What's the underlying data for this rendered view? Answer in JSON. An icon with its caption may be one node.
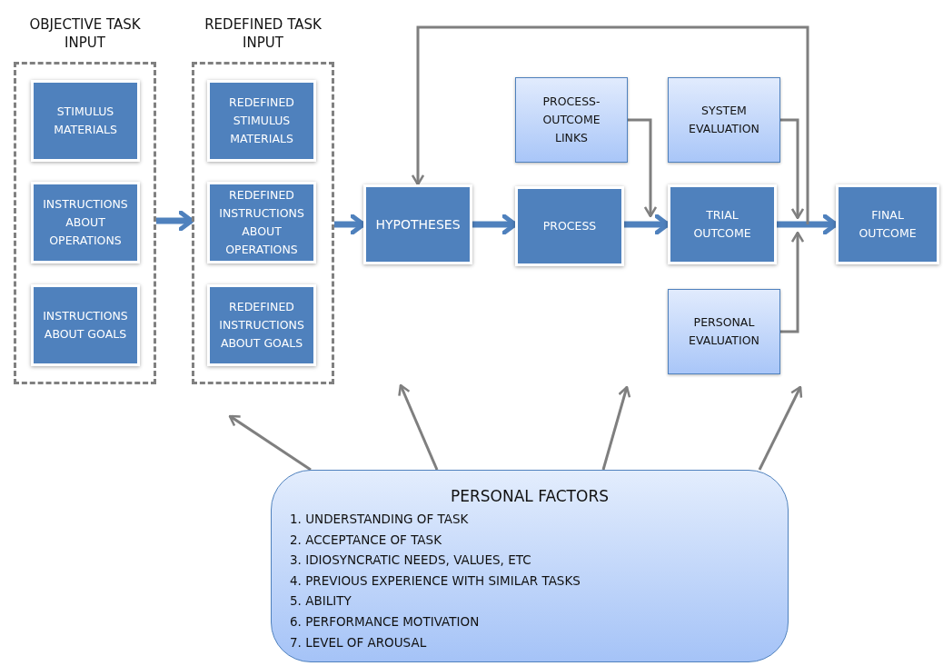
{
  "diagram": {
    "nodes": [
      {
        "text": [
          "OBJECTIVE TASK INPUT"
        ]
      },
      {
        "text": [
          "STIMULUS MATERIALS"
        ],
        "in": 0
      },
      {
        "text": [
          "INSTRUCTIONS ABOUT OPERATIONS"
        ],
        "in": 0
      },
      {
        "text": [
          "INSTRUCTIONS ABOUT GOALS"
        ],
        "in": 0
      },
      {
        "text": [
          "REDEFINED TASK INPUT"
        ]
      },
      {
        "text": [
          "REDEFINED STIMULUS MATERIALS"
        ],
        "in": 4
      },
      {
        "text": [
          "REDEFINED INSTRUCTIONS ABOUT OPERATIONS"
        ],
        "in": 4
      },
      {
        "text": [
          "REDEFINED INSTRUCTIONS ABOUT GOALS"
        ],
        "in": 4
      },
      {
        "text": [
          "HYPOTHESES"
        ]
      },
      {
        "text": [
          "PROCESS-OUTCOME LINKS"
        ]
      },
      {
        "text": [
          "PROCESS"
        ]
      },
      {
        "text": [
          "SYSTEM EVALUATION"
        ]
      },
      {
        "text": [
          "TRIAL OUTCOME"
        ]
      },
      {
        "text": [
          "PERSONAL EVALUATION"
        ]
      },
      {
        "text": [
          "FINAL OUTCOME"
        ]
      },
      {
        "text": [
          "PERSONAL FACTORS",
          "1. UNDERSTANDING OF TASK",
          "2. ACCEPTANCE OF TASK",
          "3. IDIOSYNCRATIC NEEDS, VALUES, ETC",
          "4. PREVIOUS EXPERIENCE WITH SIMILAR TASKS",
          "5. ABILITY",
          "6. PERFORMANCE MOTIVATION",
          "7. LEVEL OF AROUSAL"
        ]
      }
    ],
    "edges": [
      {
        "from": 0,
        "to": 4,
        "arrow": "to",
        "style": "thick",
        "color": "#4f81bd"
      },
      {
        "from": 4,
        "to": 8,
        "arrow": "to",
        "style": "thick",
        "color": "#4f81bd"
      },
      {
        "from": 8,
        "to": 10,
        "arrow": "to",
        "style": "thick",
        "color": "#4f81bd"
      },
      {
        "from": 10,
        "to": 12,
        "arrow": "to",
        "style": "thick",
        "color": "#4f81bd"
      },
      {
        "from": 12,
        "to": 14,
        "arrow": "to",
        "style": "thick",
        "color": "#4f81bd"
      },
      {
        "from": 9,
        "to": 12,
        "arrow": "to"
      },
      {
        "from": 11,
        "to": 12,
        "arrow": "to"
      },
      {
        "from": 13,
        "to": 12,
        "arrow": "to"
      },
      {
        "from": null,
        "to": 8,
        "arrow": "to"
      },
      {
        "from": 15,
        "to": null,
        "arrow": "to"
      },
      {
        "from": 15,
        "to": null,
        "arrow": "to"
      },
      {
        "from": 15,
        "to": null,
        "arrow": "to"
      },
      {
        "from": 15,
        "to": 13,
        "arrow": "to"
      }
    ]
  }
}
